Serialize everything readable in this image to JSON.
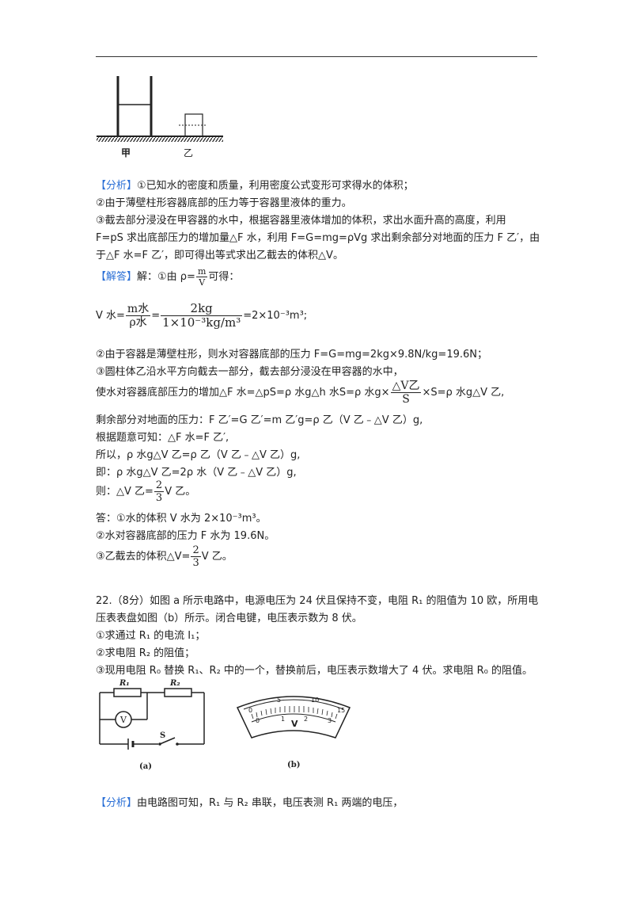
{
  "figure1": {
    "label_jia": "甲",
    "label_yi": "乙"
  },
  "analysis1": {
    "tag": "【分析】",
    "l1": "①已知水的密度和质量，利用密度公式变形可求得水的体积；",
    "l2": "②由于薄壁柱形容器底部的压力等于容器里液体的重力。",
    "l3": "③截去部分浸没在甲容器的水中，根据容器里液体增加的体积，求出水面升高的高度，利用",
    "l4": "F=pS 求出底部压力的增加量△F 水，利用 F=G=mg=ρVg 求出剩余部分对地面的压力 F 乙′，由",
    "l5": "于△F 水=F 乙′，即可得出等式求出乙截去的体积△V。"
  },
  "solution1": {
    "tag": "【解答】",
    "intro_a": "解：①由 ρ=",
    "intro_num": "m",
    "intro_den": "V",
    "intro_b": "可得：",
    "v_a": "V 水=",
    "v_num1": "m水",
    "v_den1": "ρ水",
    "v_eq": "=",
    "v_num2": "2kg",
    "v_den2": "1×10⁻³kg/m³",
    "v_b": "=2×10⁻³m³;",
    "l2": "②由于容器是薄壁柱形，则水对容器底部的压力 F=G=mg=2kg×9.8N/kg=19.6N；",
    "l3": "③圆柱体乙沿水平方向截去一部分，截去部分浸没在甲容器的水中，",
    "l4_a": "使水对容器底部压力的增加△F 水=△pS=ρ 水g△h 水S=ρ 水g×",
    "l4_num": "△V乙",
    "l4_den": "S",
    "l4_b": "×S=ρ 水g△V 乙,",
    "l5": "剩余部分对地面的压力：F 乙′=G 乙′=m 乙′g=ρ 乙（V 乙﹣△V 乙）g,",
    "l6": "根据题意可知：△F 水=F 乙′,",
    "l7": "所以，ρ 水g△V 乙=ρ 乙（V 乙﹣△V 乙）g,",
    "l8": "即：ρ 水g△V 乙=2ρ 水（V 乙﹣△V 乙）g,",
    "l9_a": "则：△V 乙=",
    "l9_num": "2",
    "l9_den": "3",
    "l9_b": "V 乙。",
    "ans1": "答：①水的体积 V 水为 2×10⁻³m³。",
    "ans2": "②水对容器底部的压力 F 水为 19.6N。",
    "ans3_a": "③乙截去的体积△V=",
    "ans3_num": "2",
    "ans3_den": "3",
    "ans3_b": "V 乙。"
  },
  "problem22": {
    "l1": "22.（8分）如图 a 所示电路中，电源电压为 24 伏且保持不变，电阻 R₁ 的阻值为 10 欧，所用电",
    "l2": "压表表盘如图（b）所示。闭合电键，电压表示数为 8 伏。",
    "l3": "①求通过 R₁ 的电流 I₁；",
    "l4": "②求电阻 R₂ 的阻值；",
    "l5": "③现用电阻 R₀ 替换 R₁、R₂ 中的一个，替换前后，电压表示数增大了 4 伏。求电阻 R₀ 的阻值。"
  },
  "circuit": {
    "r1": "R₁",
    "r2": "R₂",
    "v": "V",
    "s": "S",
    "caption_a": "(a)",
    "caption_b": "(b)",
    "meter_top": [
      "0",
      "5",
      "10",
      "15"
    ],
    "meter_bottom": [
      "0",
      "1",
      "2",
      "3"
    ],
    "meter_v": "V"
  },
  "analysis2": {
    "tag": "【分析】",
    "text": "由电路图可知，R₁ 与 R₂ 串联，电压表测 R₁ 两端的电压，"
  },
  "colors": {
    "tag": "#2a6fd6",
    "text": "#222222"
  }
}
